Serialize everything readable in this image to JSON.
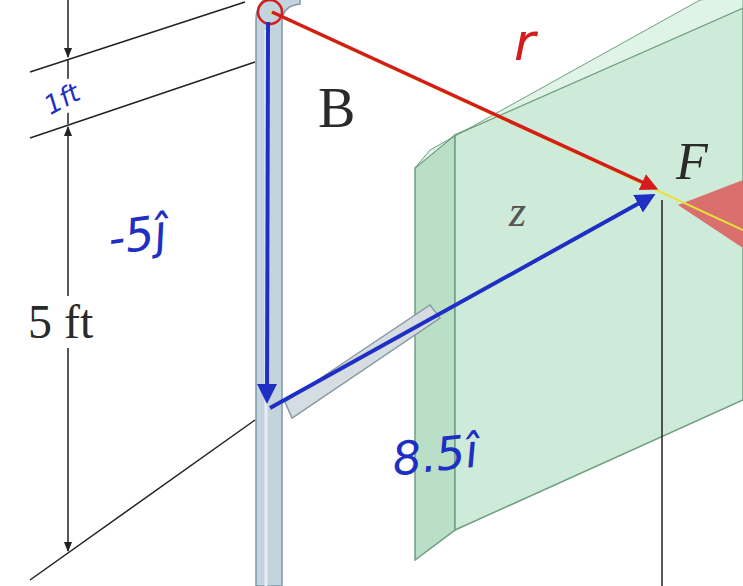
{
  "diagram": {
    "labels": [
      "1ft",
      "B",
      "F",
      "z",
      "-5ĵ",
      "5 ft",
      "8.5î",
      "r"
    ]
  }
}
